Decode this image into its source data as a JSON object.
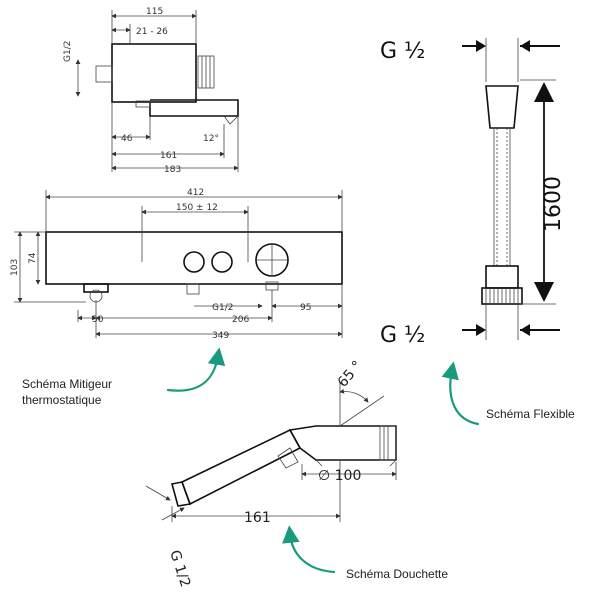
{
  "mixer_top": {
    "d115": "115",
    "d21_26": "21 - 26",
    "g12": "G1/2",
    "d46": "46",
    "d12deg": "12°",
    "d161": "161",
    "d183": "183"
  },
  "mixer_front": {
    "d412": "412",
    "d150": "150 ± 12",
    "d103": "103",
    "d74": "74",
    "g12": "G1/2",
    "d95": "95",
    "d50": "50",
    "d206": "206",
    "d349": "349"
  },
  "hose": {
    "g_top": "G ½",
    "g_bottom": "G ½",
    "length": "1600"
  },
  "shower": {
    "angle": "65 °",
    "diameter": "∅ 100",
    "length": "161",
    "g": "G 1/2"
  },
  "captions": {
    "mixer_l1": "Schéma Mitigeur",
    "mixer_l2": "thermostatique",
    "hose": "Schéma Flexible",
    "shower": "Schéma Douchette"
  },
  "colors": {
    "arrow": "#1a9a7c",
    "line": "#111111"
  }
}
